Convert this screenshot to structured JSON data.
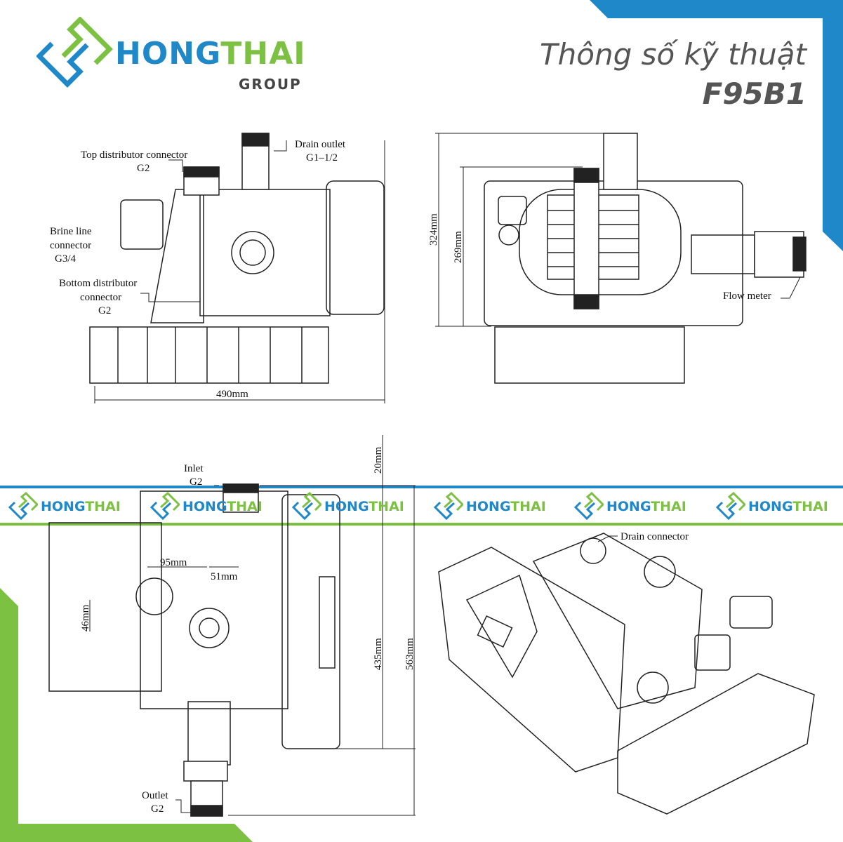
{
  "brand": {
    "name_part1": "HONG",
    "name_part2": "THAI",
    "subtitle": "GROUP",
    "blue": "#1f88c8",
    "green": "#7dc142"
  },
  "title": {
    "line1": "Thông số kỹ thuật",
    "line2": "F95B1"
  },
  "side_view": {
    "top_distributor": "Top distributor connector",
    "top_distributor_size": "G2",
    "drain_outlet": "Drain outlet",
    "drain_outlet_size": "G1–1/2",
    "brine_line_1": "Brine line",
    "brine_line_2": "connector",
    "brine_line_size": "G3/4",
    "bottom_distributor_1": "Bottom distributor",
    "bottom_distributor_2": "connector",
    "bottom_distributor_size": "G2",
    "width": "490mm"
  },
  "rear_view": {
    "height_total": "324mm",
    "height_body": "269mm",
    "flow_meter": "Flow meter"
  },
  "top_view": {
    "inlet": "Inlet",
    "inlet_size": "G2",
    "dim_top": "20mm",
    "dim_95": "95mm",
    "dim_51": "51mm",
    "dim_46": "46mm",
    "dim_435": "435mm",
    "dim_563": "563mm",
    "outlet": "Outlet",
    "outlet_size": "G2"
  },
  "iso_view": {
    "drain_connector": "Drain connector"
  },
  "watermark": {
    "part1": "HONG",
    "part2": "THAI"
  }
}
